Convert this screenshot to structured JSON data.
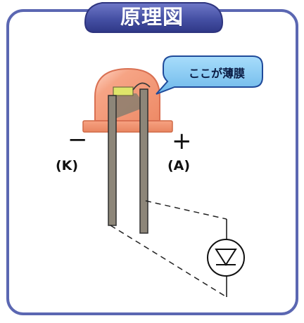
{
  "title": "原理図",
  "callout": "ここが薄膜",
  "labels": {
    "minus": "−",
    "plus": "+",
    "cathode": "(K)",
    "anode": "(A)"
  },
  "icons": {
    "led": "led-icon",
    "diode": "diode-symbol-icon"
  },
  "colors": {
    "frame": "#5b67b2",
    "title_fill": "#4f58a8",
    "callout_fill": "#89c8f0",
    "led_body": "#f39a7c",
    "led_base": "#f08a6c",
    "lead_fill": "#8d8679"
  }
}
